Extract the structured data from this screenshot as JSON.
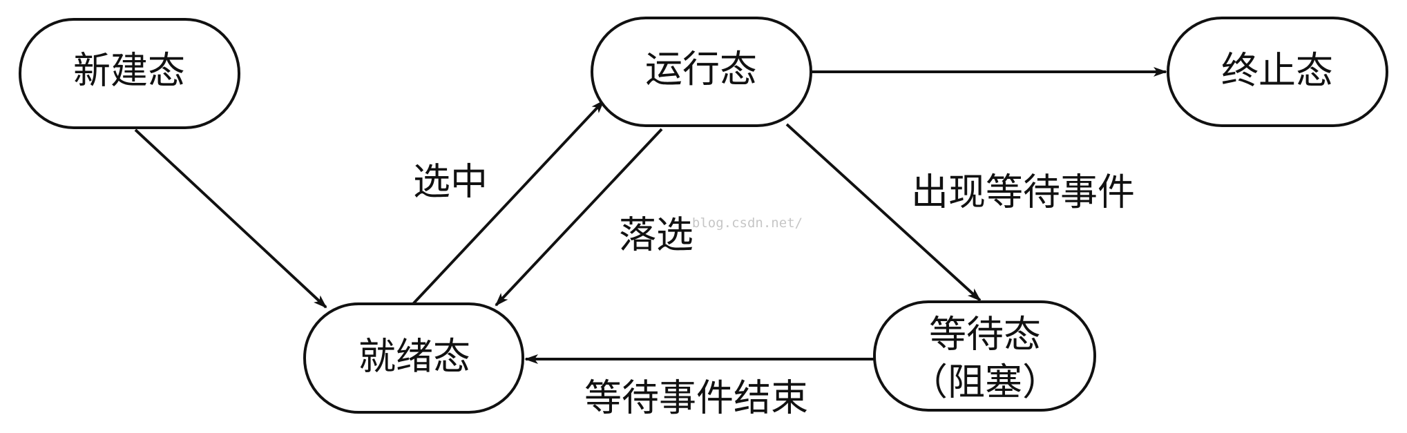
{
  "nodes": {
    "new": "新建态",
    "running": "运行态",
    "terminated": "终止态",
    "ready": "就绪态",
    "waiting_line1": "等待态",
    "waiting_line2": "（阻塞）"
  },
  "edges": {
    "selected": "选中",
    "deselected": "落选",
    "wait_event": "出现等待事件",
    "wait_end": "等待事件结束"
  },
  "watermark": "blog.csdn.net/",
  "colors": {
    "stroke": "#111111",
    "background": "#ffffff",
    "watermark": "#c6c6c6"
  }
}
